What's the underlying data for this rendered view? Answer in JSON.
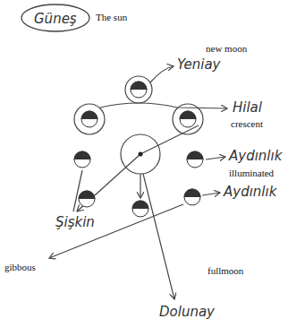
{
  "diagram": {
    "nodes": [
      {
        "text": [
          "Güneş",
          "The sun"
        ]
      }
    ],
    "labels": [
      "Yeniay",
      "new moon",
      "Hilal",
      "crescent",
      "Aydınlık",
      "illuminated",
      "Aydınlık",
      "Şişkin",
      "gibbous",
      "Dolunay",
      "fullmoon"
    ]
  }
}
